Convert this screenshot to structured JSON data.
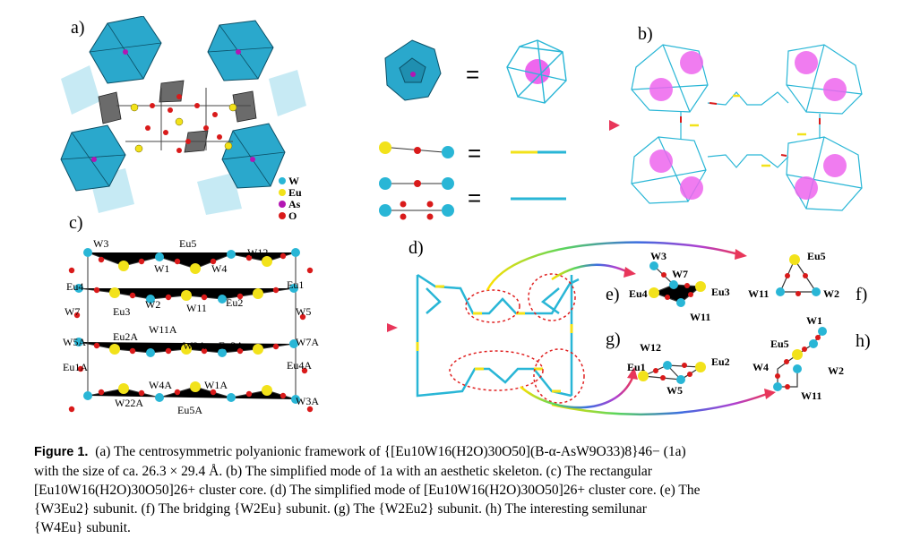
{
  "panels": {
    "a": "a)",
    "b": "b)",
    "c": "c)",
    "d": "d)",
    "e": "e)",
    "f": "f)",
    "g": "g)",
    "h": "h)"
  },
  "legend_a": {
    "w": "W",
    "eu": "Eu",
    "as": "As",
    "o": "O"
  },
  "labels_c": [
    "W3",
    "Eu5",
    "W12",
    "W1",
    "W4",
    "Eu4",
    "Eu1",
    "W7",
    "Eu3",
    "W2",
    "W11",
    "Eu2",
    "W5",
    "W11A",
    "W5A",
    "Eu2A",
    "W2A",
    "Eu3A",
    "W7A",
    "Eu1A",
    "Eu4A",
    "W4A",
    "W1A",
    "W22A",
    "Eu5A",
    "W3A"
  ],
  "labels_e": [
    "W3",
    "W7",
    "Eu4",
    "Eu3",
    "W11"
  ],
  "labels_f": [
    "Eu5",
    "W11",
    "W2"
  ],
  "labels_g": [
    "W12",
    "Eu1",
    "Eu2",
    "W5"
  ],
  "labels_h": [
    "W1",
    "Eu5",
    "W4",
    "W2",
    "W11"
  ],
  "colors": {
    "W": "#29b6d6",
    "Eu": "#f2e21a",
    "As": "#b316b3",
    "O": "#d91a1a",
    "bond": "#3a3a3a",
    "arrow": "#e8365a",
    "cluster_fill": "#ee66ee"
  },
  "caption": {
    "figure": "Figure 1.",
    "line1": "(a) The centrosymmetric polyanionic framework of {[Eu10W16(H2O)30O50](B-α-AsW9O33)8}46− (1a)",
    "line2": "with the size of ca. 26.3 × 29.4 Å. (b) The simplified mode of 1a with an aesthetic skeleton. (c) The rectangular",
    "line3": "[Eu10W16(H2O)30O50]26+ cluster core. (d) The simplified mode of [Eu10W16(H2O)30O50]26+ cluster core. (e) The",
    "line4": "{W3Eu2} subunit. (f) The bridging {W2Eu} subunit. (g) The {W2Eu2} subunit. (h) The interesting semilunar",
    "line5": "{W4Eu} subunit."
  }
}
